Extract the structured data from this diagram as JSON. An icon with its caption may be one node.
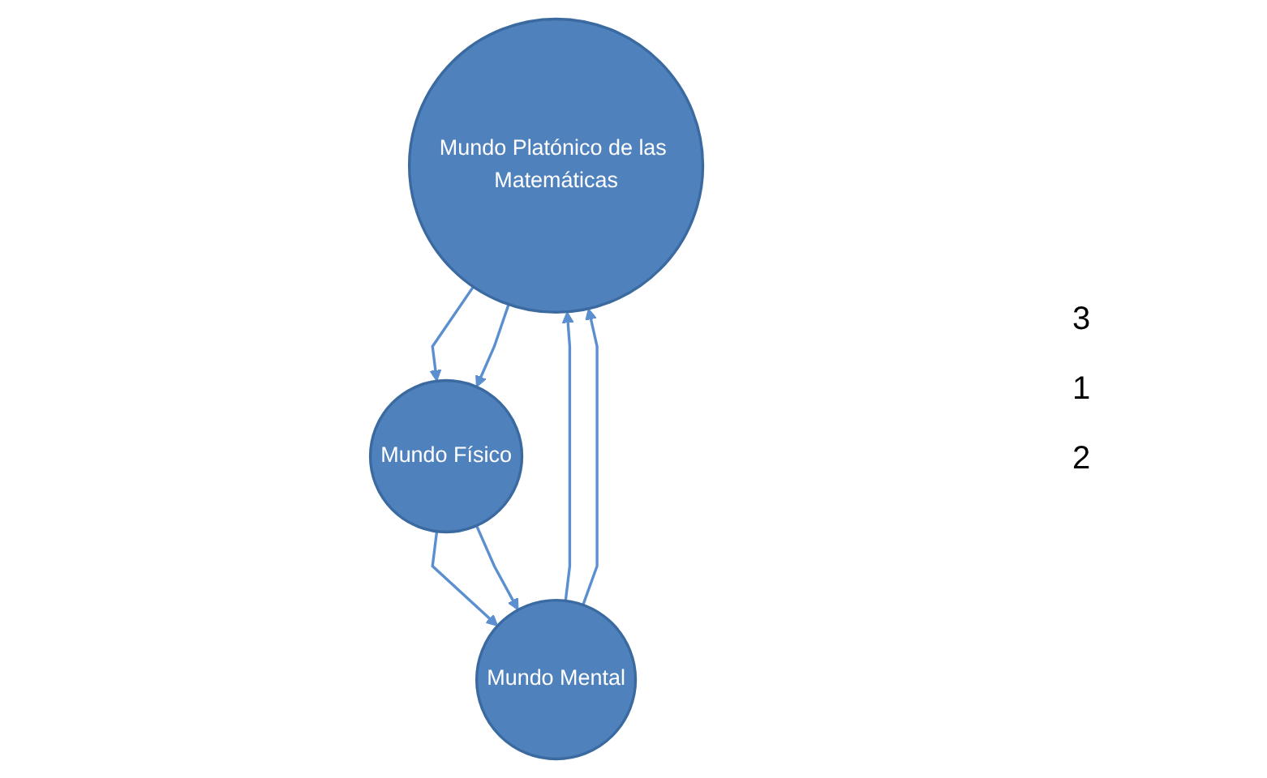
{
  "diagram": {
    "nodes": [
      {
        "text": [
          "Mundo Platónico de las Matemáticas"
        ]
      },
      {
        "text": [
          "Mundo Mental"
        ]
      },
      {
        "text": [
          "Mundo Físico"
        ]
      }
    ],
    "edges": [
      {
        "from": 1,
        "to": 0,
        "arrow": "to"
      },
      {
        "from": 1,
        "to": 0,
        "arrow": "to"
      },
      {
        "from": 0,
        "to": 2,
        "arrow": "to"
      },
      {
        "from": 0,
        "to": 2,
        "arrow": "to"
      },
      {
        "from": 2,
        "to": 1,
        "arrow": "to"
      },
      {
        "from": 2,
        "to": 1,
        "arrow": "to"
      }
    ],
    "labels": [
      "3",
      "1",
      "2"
    ]
  }
}
